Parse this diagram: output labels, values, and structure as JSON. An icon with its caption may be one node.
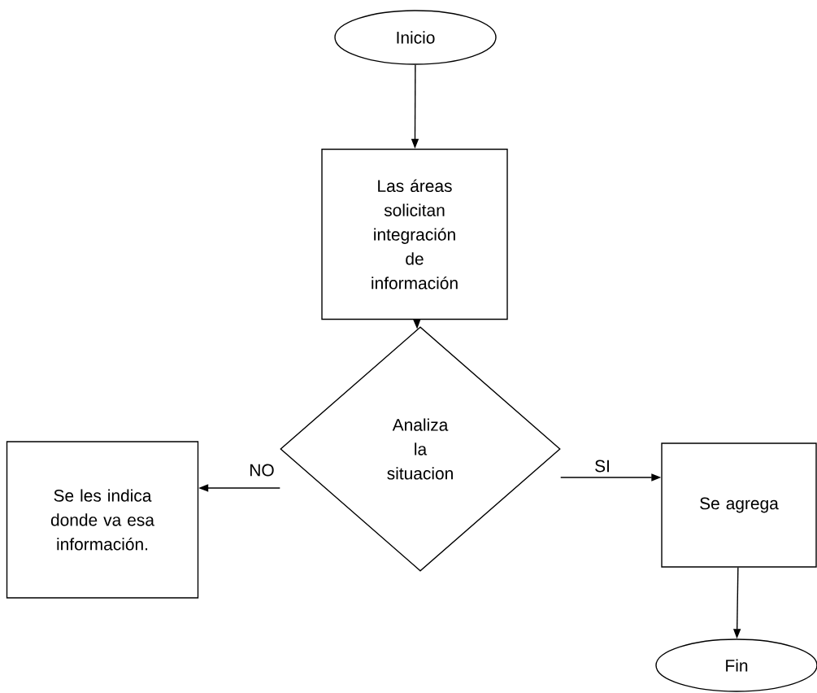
{
  "diagram": {
    "nodes": [
      {
        "text": [
          "Inicio"
        ]
      },
      {
        "text": [
          "Las áreas solicitan integración de información"
        ]
      },
      {
        "text": [
          "Analiza la situacion"
        ]
      },
      {
        "text": [
          "Se les indica donde va esa información."
        ]
      },
      {
        "text": [
          "Se agrega"
        ]
      },
      {
        "text": [
          "Fin"
        ]
      }
    ],
    "edges": [
      {
        "from": 0,
        "to": 1,
        "arrow": "to"
      },
      {
        "from": 1,
        "to": 2,
        "arrow": "to"
      },
      {
        "from": 2,
        "to": 3,
        "arrow": "to",
        "label": "NO"
      },
      {
        "from": 2,
        "to": 4,
        "arrow": "to",
        "label": "SI"
      },
      {
        "from": 4,
        "to": 5,
        "arrow": "to"
      }
    ]
  }
}
